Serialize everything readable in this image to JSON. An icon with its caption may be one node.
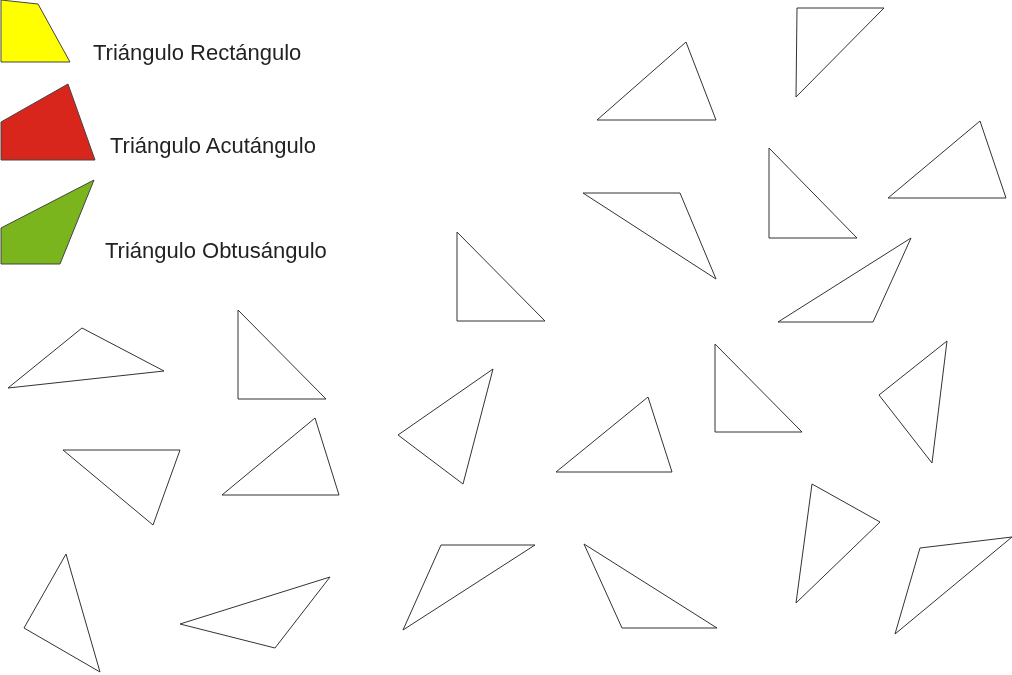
{
  "diagram": {
    "legend": [
      {
        "text": "Triángulo Rectángulo",
        "color": "#ffff00"
      },
      {
        "text": "Triángulo Acutángulo",
        "color": "#d9261c"
      },
      {
        "text": "Triángulo Obtusángulo",
        "color": "#7ab51d"
      }
    ]
  }
}
